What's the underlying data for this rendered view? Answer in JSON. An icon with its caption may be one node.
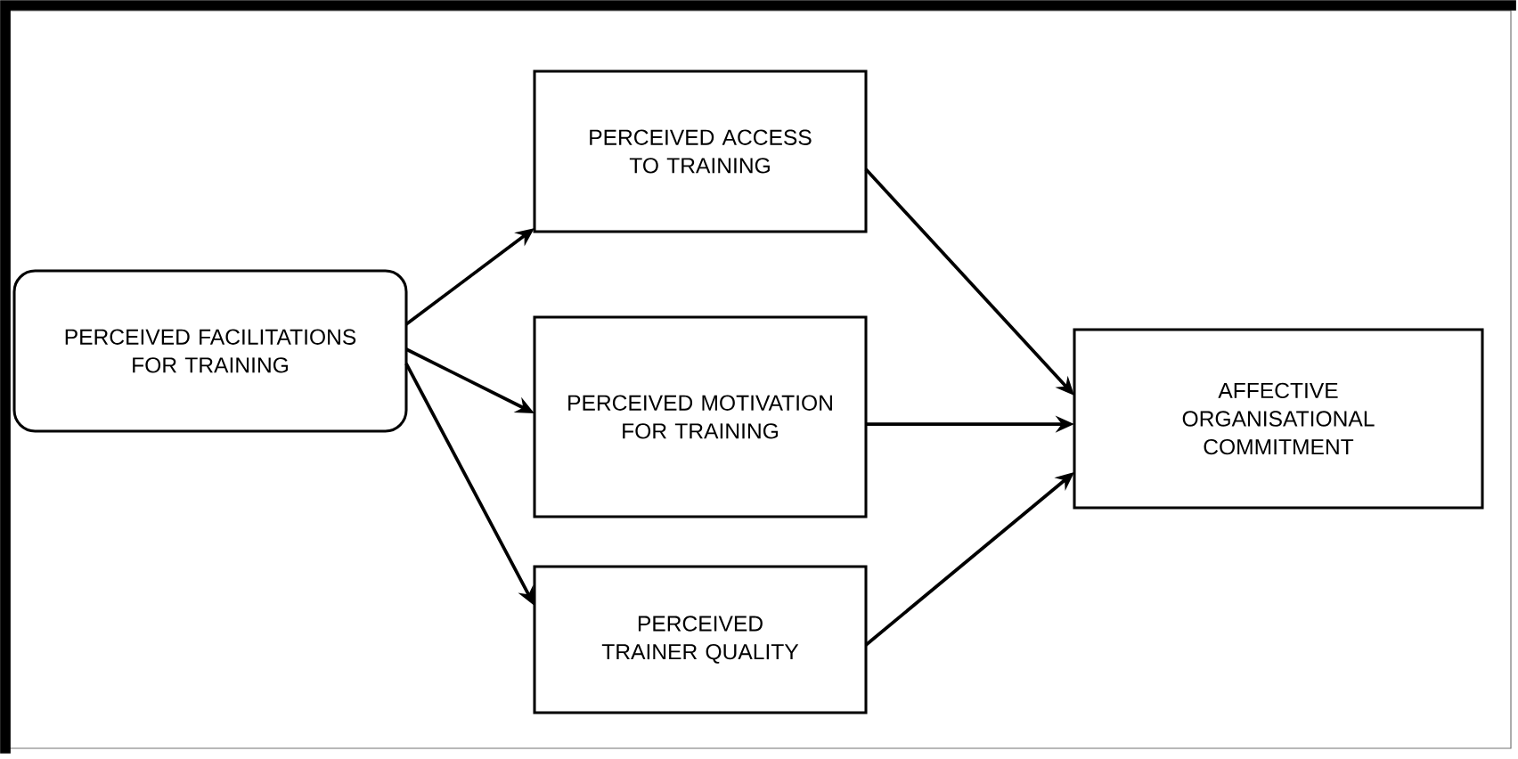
{
  "diagram": {
    "nodes": [
      {
        "text": [
          "PERCEIVED FACILITATIONS FOR TRAINING"
        ]
      },
      {
        "text": [
          "PERCEIVED ACCESS TO TRAINING"
        ]
      },
      {
        "text": [
          "PERCEIVED MOTIVATION FOR TRAINING"
        ]
      },
      {
        "text": [
          "PERCEIVED TRAINER QUALITY"
        ]
      },
      {
        "text": [
          "AFFECTIVE ORGANISATIONAL COMMITMENT"
        ]
      }
    ],
    "edges": [
      {
        "from": 0,
        "to": 1,
        "arrow": "to"
      },
      {
        "from": 0,
        "to": 2,
        "arrow": "to"
      },
      {
        "from": 0,
        "to": 3,
        "arrow": "to"
      },
      {
        "from": 1,
        "to": 4,
        "arrow": "to"
      },
      {
        "from": 2,
        "to": 4,
        "arrow": "to"
      },
      {
        "from": 3,
        "to": 4,
        "arrow": "to"
      }
    ]
  }
}
